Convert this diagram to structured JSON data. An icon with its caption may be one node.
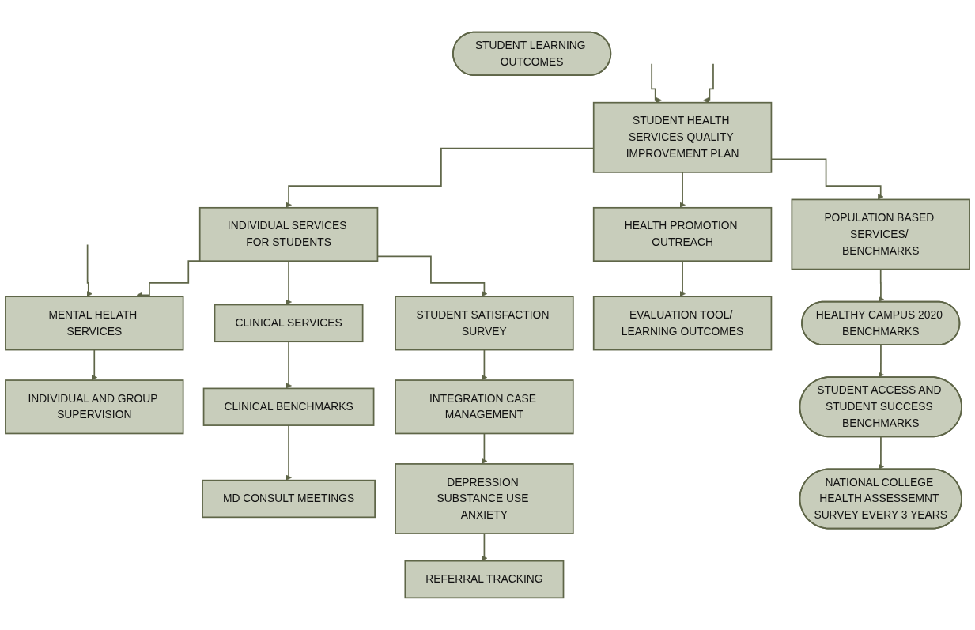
{
  "diagram": {
    "nodes": [
      {
        "text": [
          "STUDENT LEARNING OUTCOMES"
        ]
      },
      {
        "text": [
          "STUDENT HEALTH SERVICES QUALITY IMPROVEMENT PLAN"
        ]
      },
      {
        "text": [
          "INDIVIDUAL SERVICES FOR STUDENTS"
        ]
      },
      {
        "text": [
          "HEALTH PROMOTION OUTREACH"
        ]
      },
      {
        "text": [
          "POPULATION BASED SERVICES/ BENCHMARKS"
        ]
      },
      {
        "text": [
          "CLINICAL SERVICES"
        ]
      },
      {
        "text": [
          "MENTAL HELATH SERVICES"
        ]
      },
      {
        "text": [
          "EVALUATION TOOL/ LEARNING OUTCOMES"
        ]
      },
      {
        "text": [
          "HEALTHY CAMPUS 2020 BENCHMARKS"
        ]
      },
      {
        "text": [
          "STUDENT SATISFACTION SURVEY"
        ]
      },
      {
        "text": [
          "CLINICAL BENCHMARKS"
        ]
      },
      {
        "text": [
          "INTEGRATION CASE MANAGEMENT"
        ]
      },
      {
        "text": [
          "INDIVIDUAL AND GROUP SUPERVISION"
        ]
      },
      {
        "text": [
          "STUDENT ACCESS AND STUDENT SUCCESS BENCHMARKS"
        ]
      },
      {
        "text": [
          "MD CONSULT MEETINGS"
        ]
      },
      {
        "text": [
          "DEPRESSION SUBSTANCE USE ANXIETY"
        ]
      },
      {
        "text": [
          "NATIONAL COLLEGE HEALTH ASSESSEMNT SURVEY EVERY 3 YEARS"
        ]
      },
      {
        "text": [
          "REFERRAL TRACKING"
        ]
      }
    ],
    "edges": [
      {
        "from": null,
        "to": 1,
        "arrow": "to"
      },
      {
        "from": null,
        "to": 1,
        "arrow": "to"
      },
      {
        "from": 1,
        "to": 2,
        "arrow": "to"
      },
      {
        "from": 1,
        "to": 3,
        "arrow": "to"
      },
      {
        "from": 1,
        "to": 4,
        "arrow": "to"
      },
      {
        "from": 2,
        "to": 5,
        "arrow": "to"
      },
      {
        "from": 2,
        "to": 6,
        "arrow": "to"
      },
      {
        "from": 2,
        "to": 9,
        "arrow": "to"
      },
      {
        "from": null,
        "to": 6,
        "arrow": "to"
      },
      {
        "from": 3,
        "to": 7,
        "arrow": "to"
      },
      {
        "from": 4,
        "to": 8,
        "arrow": "to"
      },
      {
        "from": 5,
        "to": 10,
        "arrow": "to"
      },
      {
        "from": 6,
        "to": 12,
        "arrow": "to"
      },
      {
        "from": 9,
        "to": 11,
        "arrow": "to"
      },
      {
        "from": 10,
        "to": 14,
        "arrow": "to"
      },
      {
        "from": 11,
        "to": 15,
        "arrow": "to"
      },
      {
        "from": 15,
        "to": 17,
        "arrow": "to"
      },
      {
        "from": 8,
        "to": 13,
        "arrow": "to"
      },
      {
        "from": 13,
        "to": 16,
        "arrow": "to"
      }
    ]
  }
}
